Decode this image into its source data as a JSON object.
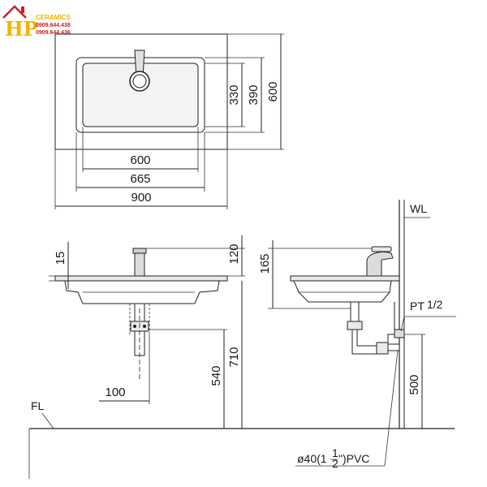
{
  "logo": {
    "brand": "HP",
    "name": "CERAMICS",
    "phone1": "0909.644.438",
    "phone2": "0909.644.436"
  },
  "plan_view": {
    "dims": {
      "bowl_inner_height": "330",
      "basin_height": "390",
      "overall_height": "600",
      "bowl_width": "600",
      "basin_width": "665",
      "overall_width": "900"
    }
  },
  "front_view": {
    "dims": {
      "top_thickness": "15",
      "faucet_height": "120",
      "drain_offset": "100",
      "drain_height": "540",
      "top_height": "710"
    },
    "labels": {
      "floor": "FL"
    }
  },
  "side_view": {
    "dims": {
      "faucet_height": "165",
      "supply_height": "500"
    },
    "labels": {
      "wall": "WL",
      "thread_main": "PT",
      "thread_size": "1/2",
      "pipe_prefix": "ø40(1",
      "pipe_num": "1",
      "pipe_den": "2",
      "pipe_suffix": "\")PVC"
    }
  }
}
